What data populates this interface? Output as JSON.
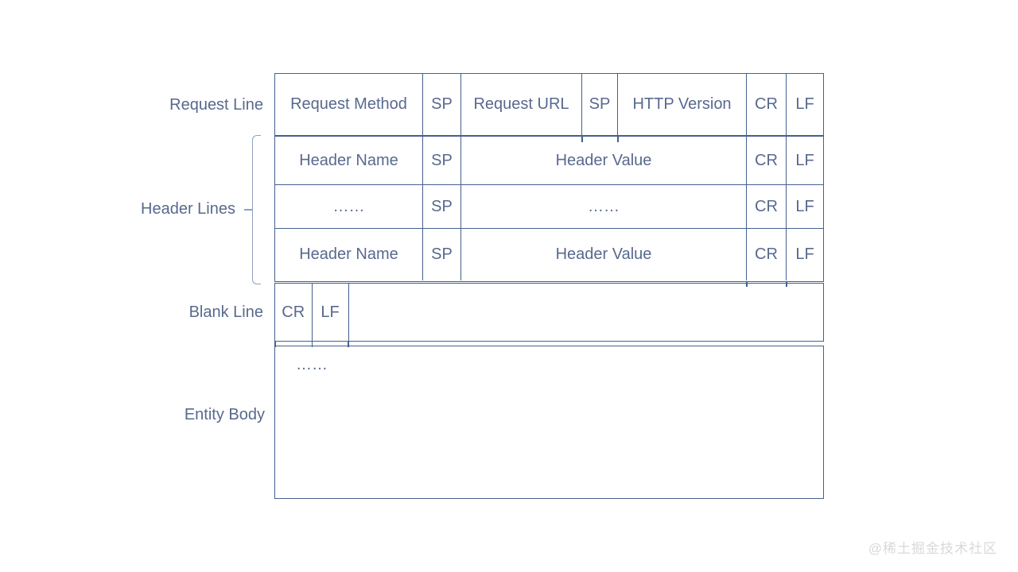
{
  "diagram": {
    "labels": {
      "request_line": "Request Line",
      "header_lines": "Header Lines",
      "blank_line": "Blank Line",
      "entity_body": "Entity Body"
    },
    "request_line": {
      "cells": [
        "Request Method",
        "SP",
        "Request URL",
        "SP",
        "HTTP Version",
        "CR",
        "LF"
      ]
    },
    "header_lines": {
      "rows": [
        {
          "cells": [
            "Header Name",
            "SP",
            "Header Value",
            "CR",
            "LF"
          ]
        },
        {
          "cells": [
            "……",
            "SP",
            "……",
            "CR",
            "LF"
          ]
        },
        {
          "cells": [
            "Header Name",
            "SP",
            "Header Value",
            "CR",
            "LF"
          ]
        }
      ]
    },
    "blank_line": {
      "cells": [
        "CR",
        "LF"
      ]
    },
    "entity_body": {
      "content": "……"
    },
    "colors": {
      "line": "#45608e",
      "text": "#58698e",
      "bracket": "#8fa0c2",
      "watermark_gray": "#d9d9d9"
    }
  },
  "watermark": {
    "text": "@稀土掘金技术社区"
  }
}
